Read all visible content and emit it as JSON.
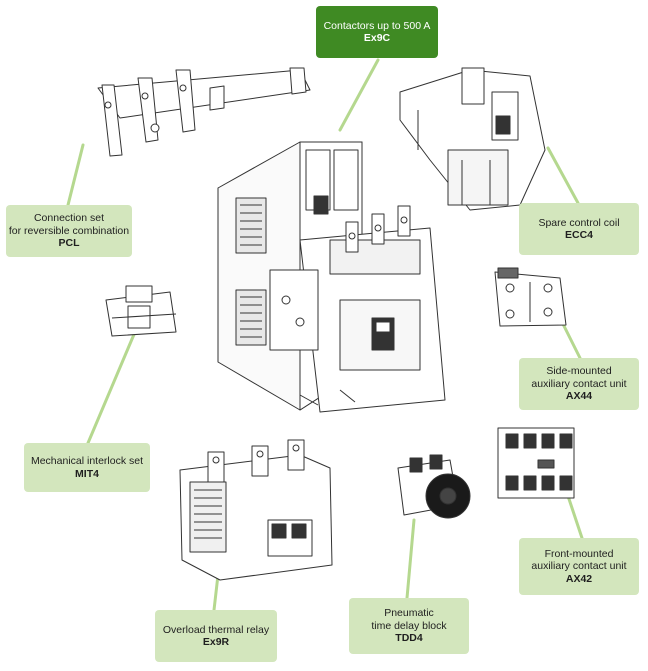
{
  "components": {
    "contactor": {
      "lines": [
        "Contactors up to 500 A"
      ],
      "code": "Ex9C"
    },
    "connection_set": {
      "lines": [
        "Connection set",
        "for reversible combination"
      ],
      "code": "PCL"
    },
    "spare_coil": {
      "lines": [
        "Spare control coil"
      ],
      "code": "ECC4"
    },
    "side_aux": {
      "lines": [
        "Side-mounted",
        "auxiliary contact unit"
      ],
      "code": "AX44"
    },
    "interlock": {
      "lines": [
        "Mechanical interlock set"
      ],
      "code": "MIT4"
    },
    "front_aux": {
      "lines": [
        "Front-mounted",
        "auxiliary contact unit"
      ],
      "code": "AX42"
    },
    "overload": {
      "lines": [
        "Overload thermal relay"
      ],
      "code": "Ex9R"
    },
    "time_delay": {
      "lines": [
        "Pneumatic",
        "time delay block"
      ],
      "code": "TDD4"
    }
  },
  "colors": {
    "label_bg": "#d3e6bd",
    "main_bg": "#3f8a23",
    "connector": "#b5d88f",
    "line_art": "#333333"
  }
}
